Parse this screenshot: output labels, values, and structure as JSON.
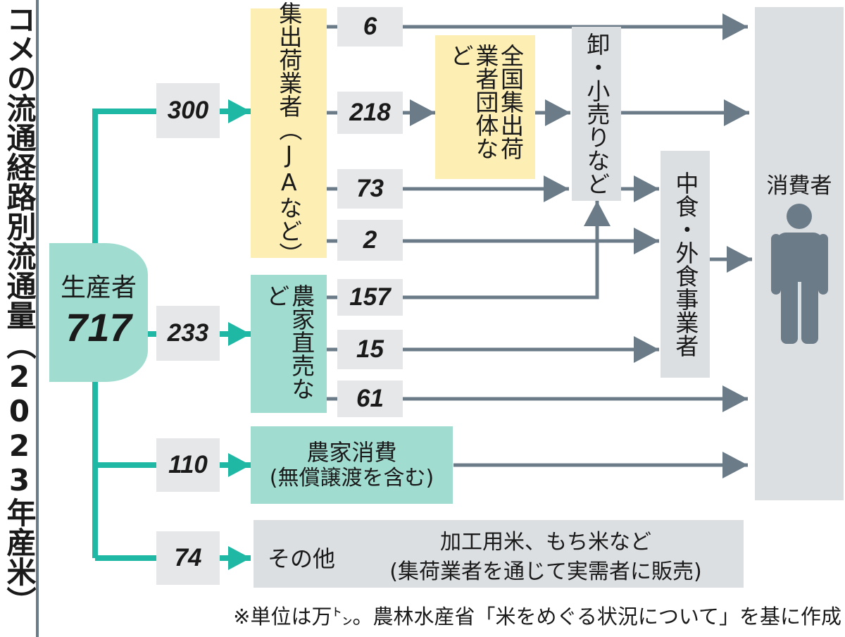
{
  "title": "コメの流通経路別流通量（2023年産米）",
  "producer": {
    "label": "生産者",
    "value": "717"
  },
  "branches": {
    "collectors": "300",
    "direct_sales": "233",
    "farm_consumption": "110",
    "other": "74"
  },
  "collector_flows": {
    "to_consumer": "6",
    "to_national_groups": "218",
    "to_wholesale_retail": "73",
    "to_food_service": "2"
  },
  "direct_flows": {
    "to_wholesale_retail": "157",
    "to_food_service": "15",
    "to_consumer": "61"
  },
  "nodes": {
    "collectors": "集出荷業者（JAなど）",
    "national_groups": "全国集出荷業者団体など",
    "wholesale_retail": "卸・小売りなど",
    "food_service": "中食・外食事業者",
    "direct_sales": "農家直売など",
    "consumer": "消費者",
    "farm_consumption_line1": "農家消費",
    "farm_consumption_line2": "(無償譲渡を含む)",
    "other_label": "その他",
    "other_desc_line1": "加工用米、もち米など",
    "other_desc_line2": "(集荷業者を通じて実需者に販売)"
  },
  "note": "※単位は万㌧。農林水産省「米をめぐる状況について」を基に作成",
  "colors": {
    "teal_line": "#1fb8a5",
    "gray_line": "#6c7b88",
    "yellow_box": "#fdefb3",
    "teal_box": "#a0dccf",
    "gray_box": "#dcdfe2",
    "number_box": "#e6e7e8"
  }
}
